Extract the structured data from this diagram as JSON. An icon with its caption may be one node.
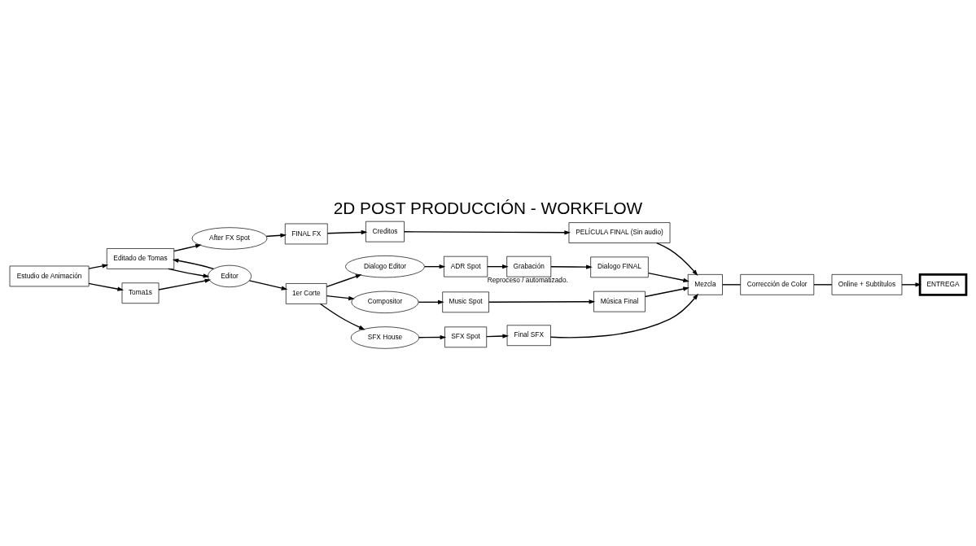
{
  "diagram": {
    "title": "2D POST PRODUCCIÓN - WORKFLOW",
    "nodes": [
      {
        "text": [
          "Estudio de Animación"
        ]
      },
      {
        "text": [
          "Editado de Tomas"
        ]
      },
      {
        "text": [
          "After FX Spot"
        ]
      },
      {
        "text": [
          "FINAL FX"
        ]
      },
      {
        "text": [
          "Creditos"
        ]
      },
      {
        "text": [
          "PELÍCULA FINAL (Sin audio)"
        ]
      },
      {
        "text": [
          "Toma1s"
        ]
      },
      {
        "text": [
          "Dialogo Editor"
        ]
      },
      {
        "text": [
          "ADR Spot"
        ],
        "beside": [
          "Reproceso / automatizado."
        ]
      },
      {
        "text": [
          "Grabación"
        ]
      },
      {
        "text": [
          "Dialogo FINAL"
        ]
      },
      {
        "text": [
          "Editor"
        ]
      },
      {
        "text": [
          "1er Corte"
        ]
      },
      {
        "text": [
          "Compositor"
        ]
      },
      {
        "text": [
          "Music Spot"
        ]
      },
      {
        "text": [
          "Música Final"
        ]
      },
      {
        "text": [
          "Mezcla"
        ]
      },
      {
        "text": [
          "Corrección de Color"
        ]
      },
      {
        "text": [
          "Online + Subtítulos"
        ]
      },
      {
        "text": [
          "SFX House"
        ]
      },
      {
        "text": [
          "SFX Spot"
        ]
      },
      {
        "text": [
          "Final SFX"
        ]
      },
      {
        "text": [
          "ENTREGA"
        ]
      }
    ],
    "edges": [
      {
        "from": 0,
        "to": 1,
        "arrow": "to"
      },
      {
        "from": 0,
        "to": 6,
        "arrow": "to"
      },
      {
        "from": 6,
        "to": 11,
        "arrow": "to"
      },
      {
        "from": 1,
        "to": 11,
        "arrow": "to"
      },
      {
        "from": 11,
        "to": 1,
        "arrow": "to"
      },
      {
        "from": 1,
        "to": 2,
        "arrow": "to"
      },
      {
        "from": 2,
        "to": 3,
        "arrow": "to"
      },
      {
        "from": 3,
        "to": 4,
        "arrow": "to"
      },
      {
        "from": 4,
        "to": 5,
        "arrow": "to"
      },
      {
        "from": 5,
        "to": 16,
        "arrow": "to"
      },
      {
        "from": 11,
        "to": 12,
        "arrow": "to"
      },
      {
        "from": 12,
        "to": 7,
        "arrow": "to"
      },
      {
        "from": 12,
        "to": 13,
        "arrow": "to"
      },
      {
        "from": 12,
        "to": 19,
        "arrow": "to"
      },
      {
        "from": 7,
        "to": 8,
        "arrow": "to"
      },
      {
        "from": 8,
        "to": 9,
        "arrow": "to"
      },
      {
        "from": 9,
        "to": 10,
        "arrow": "to"
      },
      {
        "from": 10,
        "to": 16,
        "arrow": "to"
      },
      {
        "from": 13,
        "to": 14,
        "arrow": "to"
      },
      {
        "from": 14,
        "to": 15,
        "arrow": "to"
      },
      {
        "from": 15,
        "to": 16,
        "arrow": "to"
      },
      {
        "from": 19,
        "to": 20,
        "arrow": "to"
      },
      {
        "from": 20,
        "to": 21,
        "arrow": "to"
      },
      {
        "from": 21,
        "to": 16,
        "arrow": "to"
      },
      {
        "from": 16,
        "to": 17,
        "arrow": "none"
      },
      {
        "from": 17,
        "to": 18,
        "arrow": "none"
      },
      {
        "from": 18,
        "to": 22,
        "arrow": "to"
      }
    ]
  }
}
